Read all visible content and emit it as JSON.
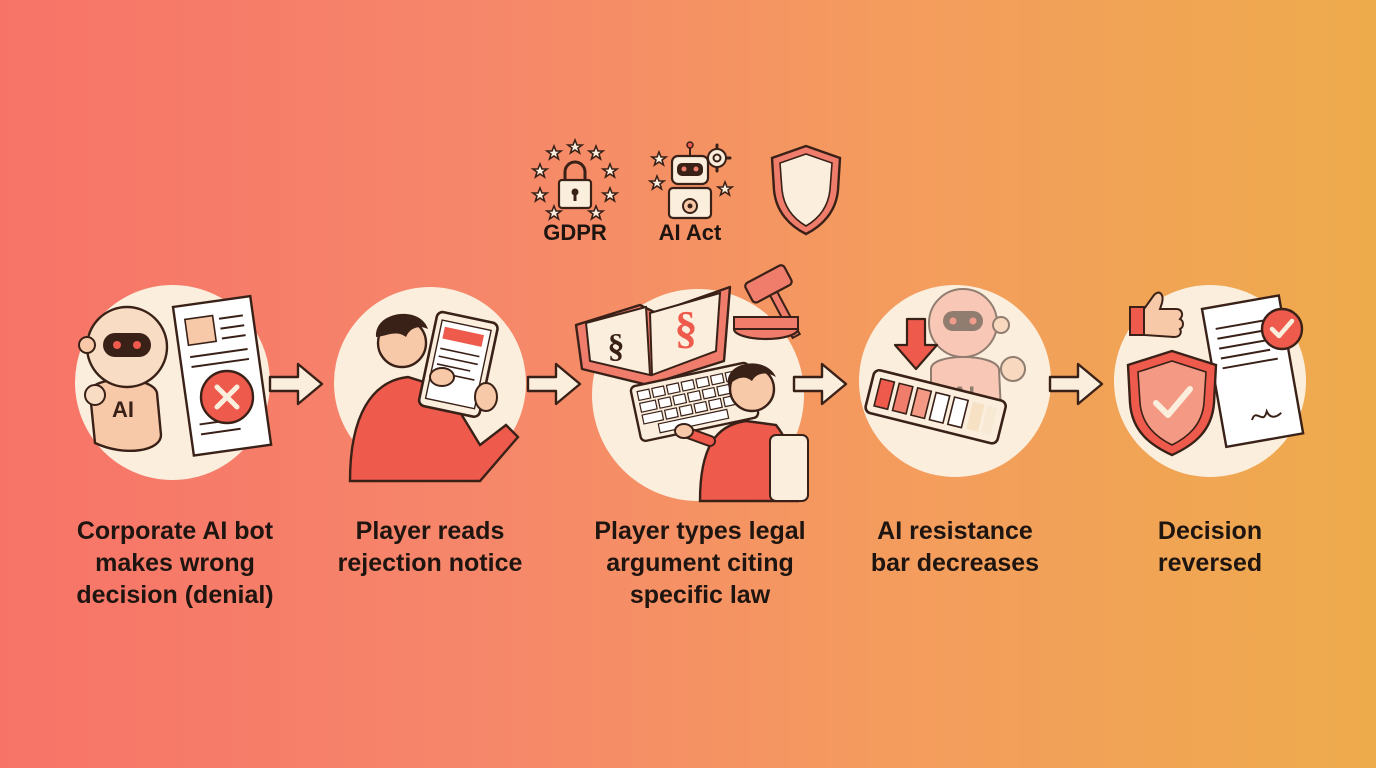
{
  "regulations": [
    {
      "label": "GDPR",
      "icon": "padlock-stars-icon"
    },
    {
      "label": "AI Act",
      "icon": "robot-gear-icon"
    },
    {
      "label": "",
      "icon": "shield-icon"
    }
  ],
  "steps": [
    {
      "icon": "ai-bot-rejection-icon",
      "lines": [
        "Corporate AI bot",
        "makes wrong",
        "decision (denial)"
      ]
    },
    {
      "icon": "player-tablet-icon",
      "lines": [
        "Player reads",
        "rejection notice"
      ]
    },
    {
      "icon": "law-book-keyboard-icon",
      "lines": [
        "Player types legal",
        "argument citing",
        "specific law"
      ]
    },
    {
      "icon": "resistance-bar-icon",
      "lines": [
        "AI resistance",
        "bar decreases"
      ]
    },
    {
      "icon": "approved-document-icon",
      "lines": [
        "Decision",
        "reversed"
      ]
    }
  ],
  "icon_text": {
    "ai_badge_1": "AI",
    "ai_badge_2": "AI",
    "section_sign": "§"
  },
  "resistance_bar": {
    "filled_fraction": 0.5
  },
  "colors": {
    "cream": "#fbeedd",
    "outline": "#3a2118",
    "accent_red": "#ee5a4c",
    "accent_coral": "#f07d6b",
    "peach": "#f7c9a8"
  }
}
